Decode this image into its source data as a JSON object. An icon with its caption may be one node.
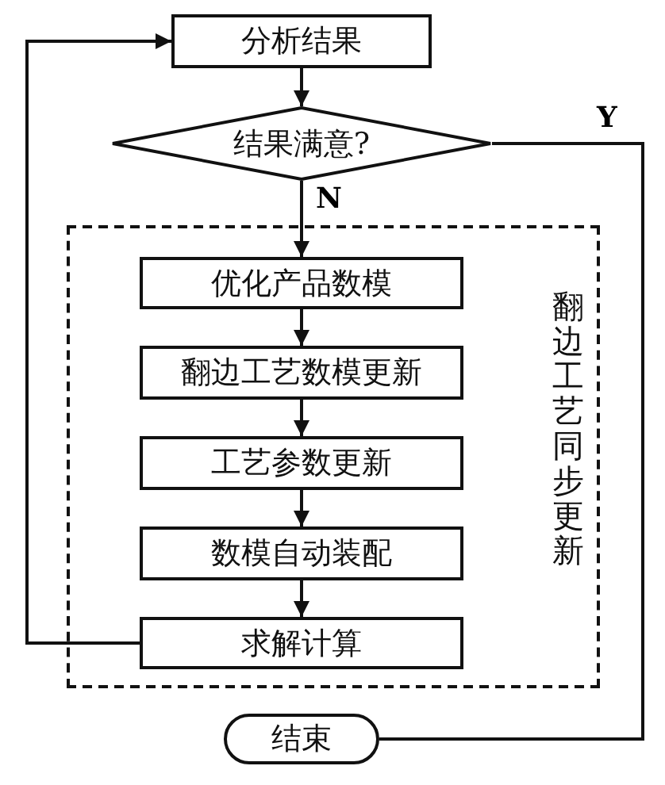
{
  "diagram": {
    "nodes": [
      {
        "text": [
          "分析结果"
        ]
      },
      {
        "text": [
          "结果满意?"
        ]
      },
      {
        "text": [
          "翻边工艺同步更新"
        ]
      },
      {
        "text": [
          "优化产品数模"
        ],
        "in": 2
      },
      {
        "text": [
          "翻边工艺数模更新"
        ],
        "in": 2
      },
      {
        "text": [
          "工艺参数更新"
        ],
        "in": 2
      },
      {
        "text": [
          "数模自动装配"
        ],
        "in": 2
      },
      {
        "text": [
          "求解计算"
        ],
        "in": 2
      },
      {
        "text": [
          "结束"
        ]
      }
    ],
    "edges": [
      {
        "from": 0,
        "to": 1,
        "arrow": "to"
      },
      {
        "from": 1,
        "to": 3,
        "arrow": "to",
        "label": "N"
      },
      {
        "from": 3,
        "to": 4,
        "arrow": "to"
      },
      {
        "from": 4,
        "to": 5,
        "arrow": "to"
      },
      {
        "from": 5,
        "to": 6,
        "arrow": "to"
      },
      {
        "from": 6,
        "to": 7,
        "arrow": "to"
      },
      {
        "from": 7,
        "to": 0,
        "arrow": "to"
      },
      {
        "from": 1,
        "to": 8,
        "arrow": "none",
        "label": "Y"
      }
    ]
  }
}
